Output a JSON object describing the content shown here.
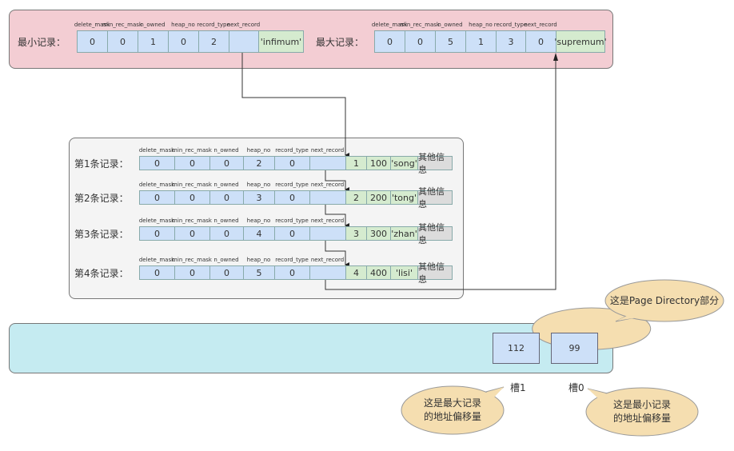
{
  "fields": [
    "delete_mask",
    "min_rec_mask",
    "n_owned",
    "heap_no",
    "record_type",
    "next_record"
  ],
  "infimum": {
    "label": "最小记录：",
    "values": [
      "0",
      "0",
      "1",
      "0",
      "2",
      ""
    ],
    "data": "'infimum'"
  },
  "supremum": {
    "label": "最大记录：",
    "values": [
      "0",
      "0",
      "5",
      "1",
      "3",
      "0"
    ],
    "data": "'supremum'"
  },
  "records": [
    {
      "label": "第1条记录：",
      "values": [
        "0",
        "0",
        "0",
        "2",
        "0",
        ""
      ],
      "cols": [
        "1",
        "100",
        "'song'"
      ],
      "other": "其他信息"
    },
    {
      "label": "第2条记录：",
      "values": [
        "0",
        "0",
        "0",
        "3",
        "0",
        ""
      ],
      "cols": [
        "2",
        "200",
        "'tong'"
      ],
      "other": "其他信息"
    },
    {
      "label": "第3条记录：",
      "values": [
        "0",
        "0",
        "0",
        "4",
        "0",
        ""
      ],
      "cols": [
        "3",
        "300",
        "'zhan'"
      ],
      "other": "其他信息"
    },
    {
      "label": "第4条记录：",
      "values": [
        "0",
        "0",
        "0",
        "5",
        "0",
        ""
      ],
      "cols": [
        "4",
        "400",
        "'lisi'"
      ],
      "other": "其他信息"
    }
  ],
  "directory": {
    "slots": [
      {
        "value": "112",
        "name": "槽1"
      },
      {
        "value": "99",
        "name": "槽0"
      }
    ]
  },
  "callouts": {
    "directory": "这是Page Directory部分",
    "max": "这是最大记录\n的地址偏移量",
    "min": "这是最小记录\n的地址偏移量"
  },
  "colors": {
    "top": "#f3cdd3",
    "header_cell": "#cde0f8",
    "data_cell": "#d5ebcf",
    "directory": "#c5ebf1",
    "bubble": "#f5deb0"
  }
}
